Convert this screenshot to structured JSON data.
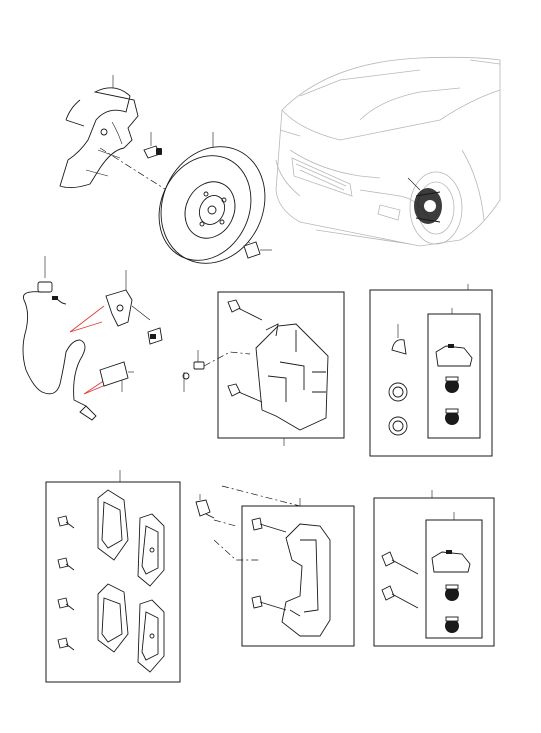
{
  "diagram": {
    "parts": [
      {
        "id": "dust-shield",
        "icon": "dust-shield-icon"
      },
      {
        "id": "brake-disc",
        "icon": "brake-disc-icon"
      },
      {
        "id": "vehicle-location",
        "icon": "vehicle-outline-icon"
      },
      {
        "id": "wear-sensor",
        "icon": "wear-sensor-icon"
      },
      {
        "id": "caliper-housing",
        "icon": "caliper-housing-icon"
      },
      {
        "id": "guide-pin-kit",
        "icon": "guide-pin-kit-icon"
      },
      {
        "id": "brake-pad-set",
        "icon": "brake-pad-icon"
      },
      {
        "id": "caliper-carrier",
        "icon": "caliper-carrier-icon"
      },
      {
        "id": "carrier-bolt-kit",
        "icon": "bolt-kit-icon"
      }
    ],
    "colors": {
      "line": "#1a1a1a",
      "highlight": "#e23a3a",
      "vehicle": "#b8b8b8"
    }
  }
}
